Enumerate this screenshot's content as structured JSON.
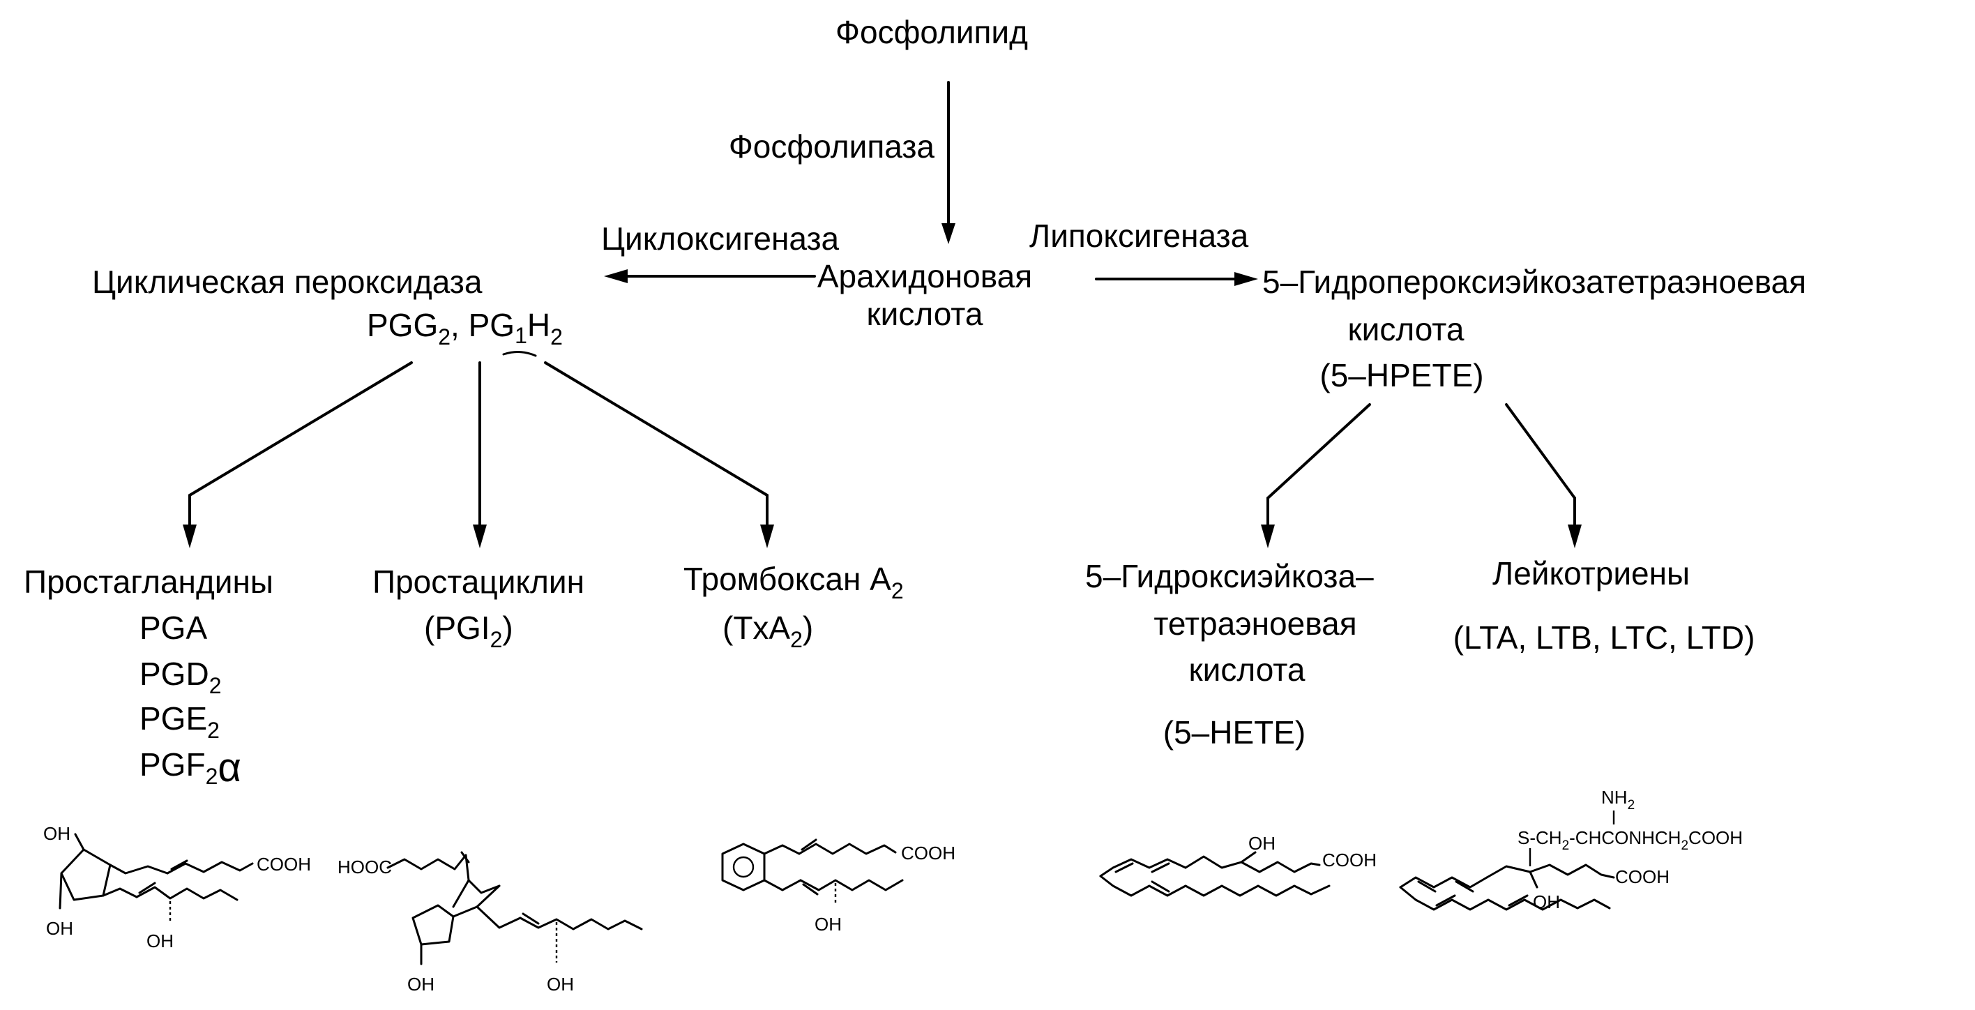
{
  "nodes": {
    "phospholipid": "Фосфолипид",
    "phospholipase": "Фосфолипаза",
    "cyclooxygenase": "Циклоксигеназа",
    "lipoxygenase": "Липоксигеназа",
    "arachidonic_line1": "Арахидоновая",
    "arachidonic_line2": "кислота",
    "cyclic_peroxidase": "Циклическая пероксидаза",
    "pgg2_pgh2": {
      "a": "PGG",
      "a_sub": "2",
      "sep": ", PG",
      "b_sub_mark": "1",
      "b": "H",
      "b_sub": "2"
    },
    "hpete_line1": "5–Гидропероксиэйкозатетраэноевая",
    "hpete_line2": "кислота",
    "hpete_abbr": "(5–HPETE)",
    "prostaglandins": "Простагландины",
    "pg_list": [
      {
        "base": "PGA",
        "sub": ""
      },
      {
        "base": "PGD",
        "sub": "2"
      },
      {
        "base": "PGE",
        "sub": "2"
      },
      {
        "base": "PGF",
        "sub": "2",
        "greek": "α"
      }
    ],
    "prostacyclin": "Простациклин",
    "prostacyclin_abbr": {
      "pre": "(PGI",
      "sub": "2",
      "post": ")"
    },
    "thromboxane": {
      "text": "Тромбоксан A",
      "sub": "2"
    },
    "thromboxane_abbr": {
      "pre": "(TxA",
      "sub": "2",
      "post": ")"
    },
    "hete_line1": "5–Гидроксиэйкоза–",
    "hete_line2": "тетраэноевая",
    "hete_line3": "кислота",
    "hete_abbr": "(5–HETE)",
    "leukotrienes": "Лейкотриены",
    "leukotrienes_abbr": "(LTA, LTB, LTC, LTD)"
  },
  "structures": {
    "oh": "OH",
    "cooh": "COOH",
    "hooc": "HOOC",
    "nh2": {
      "base": "NH",
      "sub": "2"
    },
    "lt_chain": {
      "s": "S-CH",
      "s_sub": "2",
      "mid": "-CHCONHCH",
      "mid_sub": "2",
      "end": "COOH"
    }
  }
}
